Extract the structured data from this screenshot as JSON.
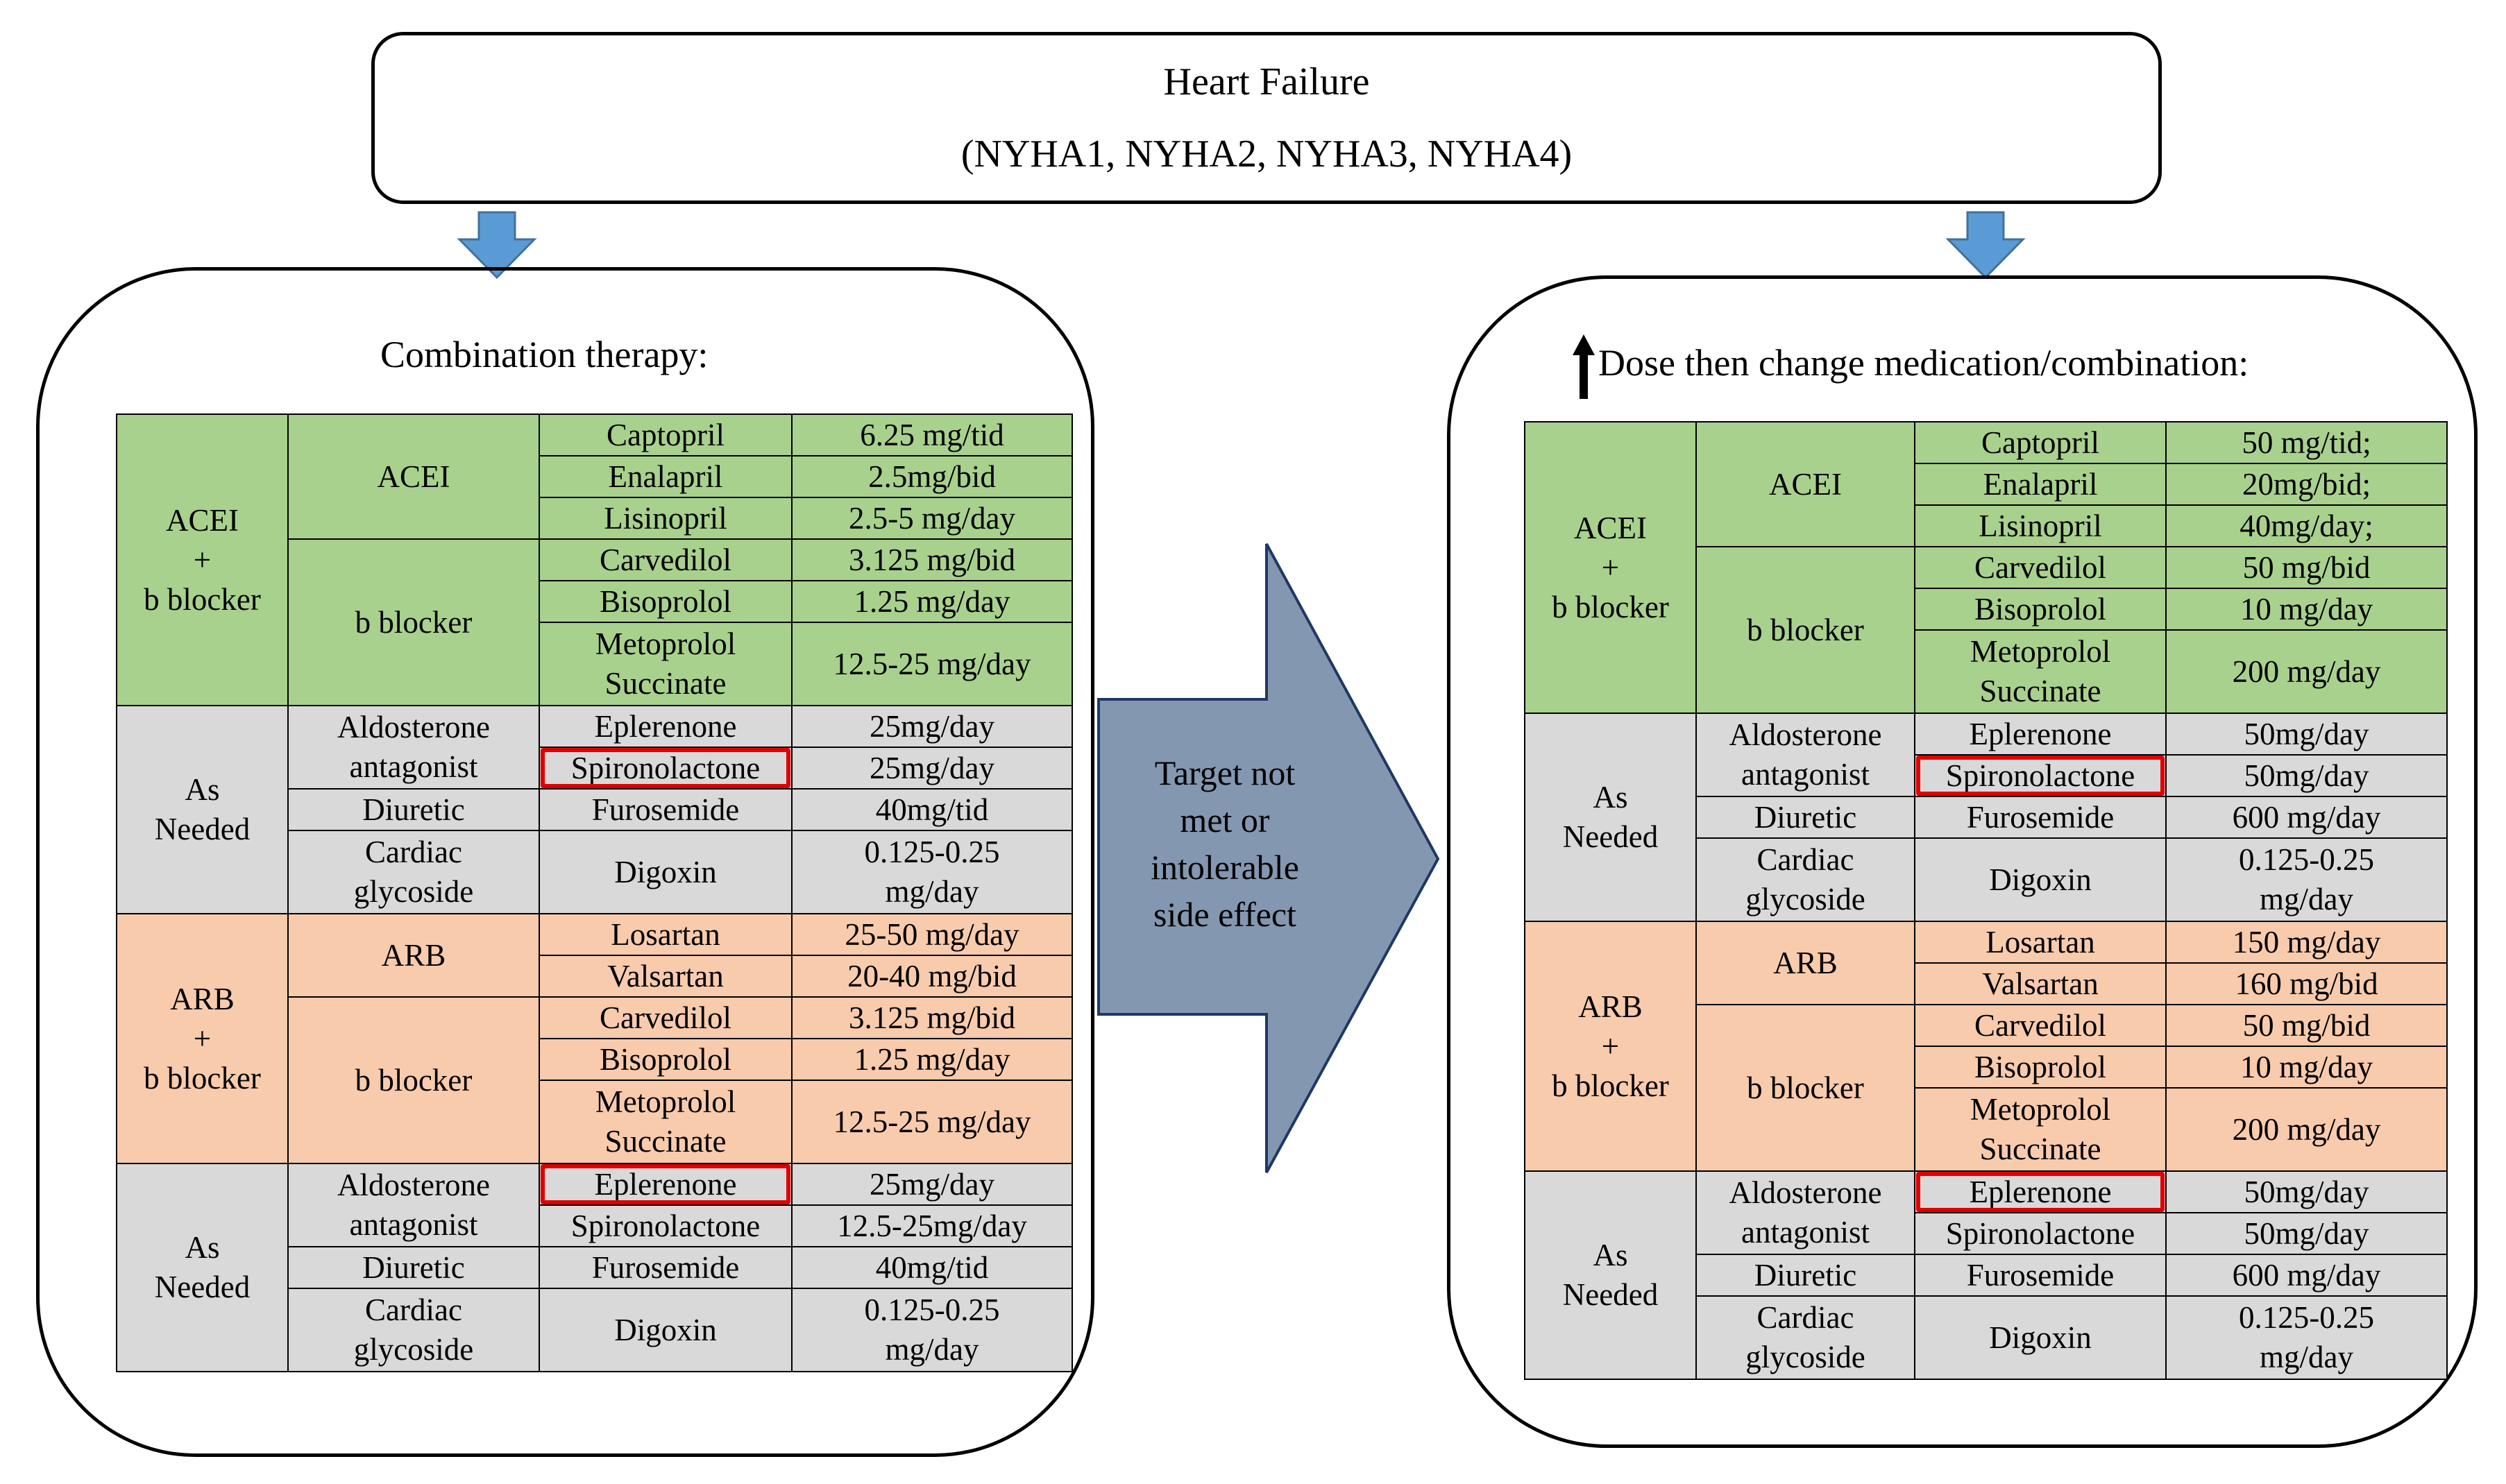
{
  "header": {
    "title": "Heart Failure",
    "subtitle": "(NYHA1, NYHA2, NYHA3, NYHA4)"
  },
  "middle_label": [
    "Target not",
    "met or",
    "intolerable",
    "side effect"
  ],
  "colors": {
    "green": "#a9d18e",
    "gray": "#d9d9d9",
    "orange": "#f8cbad",
    "highlight": "#e00000",
    "arrow_blue": "#5b9bd5",
    "big_arrow": "#8497b0"
  },
  "left": {
    "title": "Combination therapy:",
    "g1": {
      "group": [
        "ACEI",
        "+",
        "b blocker"
      ],
      "class_a": "ACEI",
      "class_b": "b blocker",
      "rows": [
        [
          "Captopril",
          "6.25 mg/tid"
        ],
        [
          "Enalapril",
          "2.5mg/bid"
        ],
        [
          "Lisinopril",
          "2.5-5 mg/day"
        ],
        [
          "Carvedilol",
          "3.125 mg/bid"
        ],
        [
          "Bisoprolol",
          "1.25 mg/day"
        ],
        [
          [
            "Metoprolol",
            "Succinate"
          ],
          "12.5-25 mg/day"
        ]
      ]
    },
    "g2": {
      "group": [
        "As",
        "Needed"
      ],
      "class_a": [
        "Aldosterone",
        "antagonist"
      ],
      "class_b": "Diuretic",
      "class_c": [
        "Cardiac",
        "glycoside"
      ],
      "rows": [
        [
          "Eplerenone",
          "25mg/day"
        ],
        [
          "Spironolactone",
          "25mg/day"
        ],
        [
          "Furosemide",
          "40mg/tid"
        ],
        [
          "Digoxin",
          [
            "0.125-0.25",
            "mg/day"
          ]
        ]
      ]
    },
    "g3": {
      "group": [
        "ARB",
        "+",
        "b blocker"
      ],
      "class_a": "ARB",
      "class_b": "b blocker",
      "rows": [
        [
          "Losartan",
          "25-50 mg/day"
        ],
        [
          "Valsartan",
          "20-40 mg/bid"
        ],
        [
          "Carvedilol",
          "3.125 mg/bid"
        ],
        [
          "Bisoprolol",
          "1.25 mg/day"
        ],
        [
          [
            "Metoprolol",
            "Succinate"
          ],
          "12.5-25 mg/day"
        ]
      ]
    },
    "g4": {
      "group": [
        "As",
        "Needed"
      ],
      "class_a": [
        "Aldosterone",
        "antagonist"
      ],
      "class_b": "Diuretic",
      "class_c": [
        "Cardiac",
        "glycoside"
      ],
      "rows": [
        [
          "Eplerenone",
          "25mg/day"
        ],
        [
          "Spironolactone",
          "12.5-25mg/day"
        ],
        [
          "Furosemide",
          "40mg/tid"
        ],
        [
          "Digoxin",
          [
            "0.125-0.25",
            "mg/day"
          ]
        ]
      ]
    }
  },
  "right": {
    "title": "Dose then change medication/combination:",
    "g1": {
      "group": [
        "ACEI",
        "+",
        "b blocker"
      ],
      "class_a": "ACEI",
      "class_b": "b blocker",
      "rows": [
        [
          "Captopril",
          "50 mg/tid;"
        ],
        [
          "Enalapril",
          "20mg/bid;"
        ],
        [
          "Lisinopril",
          "40mg/day;"
        ],
        [
          "Carvedilol",
          "50 mg/bid"
        ],
        [
          "Bisoprolol",
          "10 mg/day"
        ],
        [
          [
            "Metoprolol",
            "Succinate"
          ],
          "200 mg/day"
        ]
      ]
    },
    "g2": {
      "group": [
        "As",
        "Needed"
      ],
      "class_a": [
        "Aldosterone",
        "antagonist"
      ],
      "class_b": "Diuretic",
      "class_c": [
        "Cardiac",
        "glycoside"
      ],
      "rows": [
        [
          "Eplerenone",
          "50mg/day"
        ],
        [
          "Spironolactone",
          "50mg/day"
        ],
        [
          "Furosemide",
          "600 mg/day"
        ],
        [
          "Digoxin",
          [
            "0.125-0.25",
            "mg/day"
          ]
        ]
      ]
    },
    "g3": {
      "group": [
        "ARB",
        "+",
        "b blocker"
      ],
      "class_a": "ARB",
      "class_b": "b blocker",
      "rows": [
        [
          "Losartan",
          "150 mg/day"
        ],
        [
          "Valsartan",
          "160 mg/bid"
        ],
        [
          "Carvedilol",
          "50 mg/bid"
        ],
        [
          "Bisoprolol",
          "10 mg/day"
        ],
        [
          [
            "Metoprolol",
            "Succinate"
          ],
          "200 mg/day"
        ]
      ]
    },
    "g4": {
      "group": [
        "As",
        "Needed"
      ],
      "class_a": [
        "Aldosterone",
        "antagonist"
      ],
      "class_b": "Diuretic",
      "class_c": [
        "Cardiac",
        "glycoside"
      ],
      "rows": [
        [
          "Eplerenone",
          "50mg/day"
        ],
        [
          "Spironolactone",
          "50mg/day"
        ],
        [
          "Furosemide",
          "600 mg/day"
        ],
        [
          "Digoxin",
          [
            "0.125-0.25",
            "mg/day"
          ]
        ]
      ]
    }
  }
}
